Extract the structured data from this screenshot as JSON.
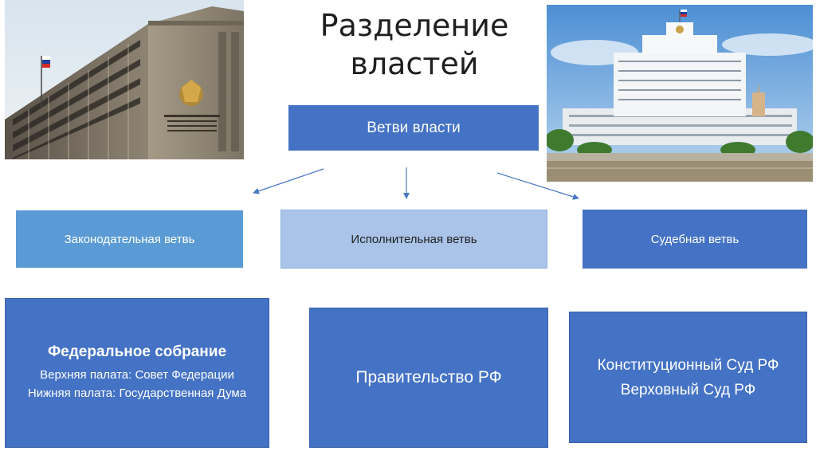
{
  "title": "Разделение властей",
  "title_lines": [
    "Разделение",
    "властей"
  ],
  "root": "Ветви власти",
  "branches": {
    "legislative": "Законодательная ветвь",
    "executive": "Исполнительная ветвь",
    "judicial": "Судебная ветвь"
  },
  "legislative_card": {
    "title": "Федеральное собрание",
    "upper": "Верхняя палата: Совет Федерации",
    "lower": "Нижняя палата: Государственная Дума"
  },
  "executive_card": {
    "title": "Правительство РФ"
  },
  "judicial_card": {
    "line1": "Конституционный Суд РФ",
    "line2": "Верховный Суд РФ"
  },
  "photos": {
    "left_icon": "federation-council-building-photo",
    "right_icon": "white-house-building-photo"
  },
  "colors": {
    "primary_box": "#4472c4",
    "light_blue_box": "#5b9bd5",
    "pale_box": "#a9c4e8",
    "arrow": "#4a78c2"
  }
}
